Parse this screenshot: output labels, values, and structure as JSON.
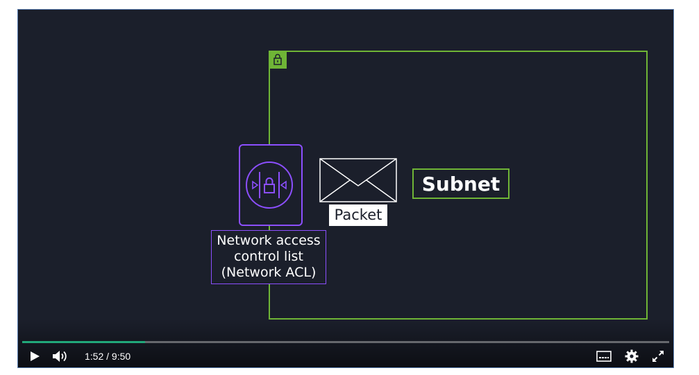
{
  "player": {
    "accent_color": "#21a87a",
    "background_color": "#1b1f2b",
    "progress_fraction": 0.19,
    "current_time": "1:52",
    "separator": " / ",
    "duration": "9:50",
    "controls": {
      "play": "play-icon",
      "volume": "volume-icon",
      "captions": "captions-icon",
      "settings": "gear-icon",
      "fullscreen": "fullscreen-icon"
    }
  },
  "diagram": {
    "subnet_color": "#6fb536",
    "acl_color": "#8c4fff",
    "acl_label_lines": [
      "Network access",
      "control list",
      "(Network ACL)"
    ],
    "packet_label": "Packet",
    "subnet_label": "Subnet",
    "icons": {
      "lock_badge": "lock-icon",
      "acl": "network-acl-icon",
      "packet": "envelope-icon"
    }
  }
}
